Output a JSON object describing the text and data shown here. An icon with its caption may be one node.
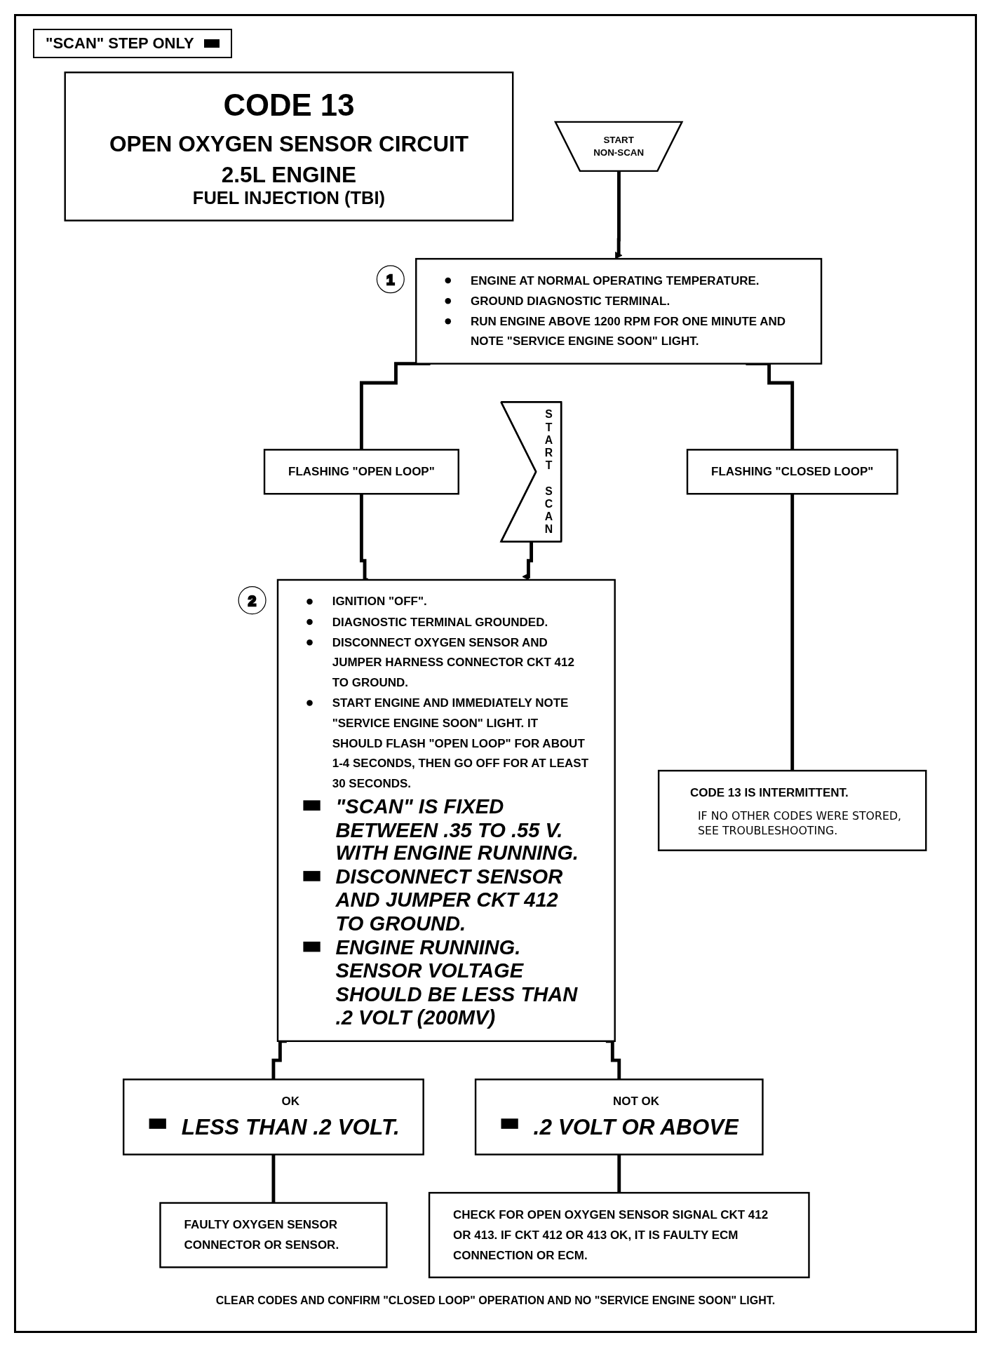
{
  "diagram": {
    "nodes": [
      {
        "text": [
          "CODE 13",
          "OPEN OXYGEN SENSOR CIRCUIT",
          "2.5L ENGINE",
          "FUEL INJECTION (TBI)"
        ]
      },
      {
        "text": [
          "START NON-SCAN"
        ]
      },
      {
        "text": [
          "ENGINE AT NORMAL OPERATING TEMPERATURE.",
          "GROUND DIAGNOSTIC TERMINAL.",
          "RUN ENGINE ABOVE 1200 RPM FOR ONE MINUTE AND NOTE \"SERVICE ENGINE SOON\" LIGHT."
        ],
        "beside": [
          "1"
        ]
      },
      {
        "text": [
          "FLASHING \"OPEN LOOP\""
        ]
      },
      {
        "text": [
          "FLASHING \"CLOSED LOOP\""
        ]
      },
      {
        "text": [
          "START SCAN"
        ]
      },
      {
        "text": [
          "IGNITION \"OFF\".",
          "DIAGNOSTIC TERMINAL GROUNDED.",
          "DISCONNECT OXYGEN SENSOR AND JUMPER HARNESS CONNECTOR CKT 412 TO GROUND.",
          "START ENGINE AND IMMEDIATELY NOTE \"SERVICE ENGINE SOON\" LIGHT. IT SHOULD FLASH \"OPEN LOOP\" FOR ABOUT 1-4 SECONDS, THEN GO OFF FOR AT LEAST 30 SECONDS.",
          "\"SCAN\" IS FIXED BETWEEN .35 TO .55 V. WITH ENGINE RUNNING.",
          "DISCONNECT SENSOR AND JUMPER CKT 412 TO GROUND.",
          "ENGINE RUNNING. SENSOR VOLTAGE SHOULD BE LESS THAN .2 VOLT (200MV)"
        ],
        "beside": [
          "2"
        ]
      },
      {
        "text": [
          "CODE 13 IS INTERMITTENT.",
          "IF NO OTHER CODES WERE STORED, SEE TROUBLESHOOTING."
        ]
      },
      {
        "text": [
          "OK",
          "LESS THAN .2 VOLT."
        ]
      },
      {
        "text": [
          "NOT OK",
          ".2 VOLT OR ABOVE"
        ]
      },
      {
        "text": [
          "FAULTY OXYGEN SENSOR CONNECTOR OR SENSOR."
        ]
      },
      {
        "text": [
          "CHECK FOR OPEN OXYGEN SENSOR SIGNAL CKT 412 OR 413. IF CKT 412 OR 413 OK, IT IS FAULTY ECM CONNECTION OR ECM."
        ]
      }
    ],
    "edges": [
      {
        "from": 1,
        "to": 2,
        "arrow": "to"
      },
      {
        "from": 2,
        "to": 3,
        "arrow": "none"
      },
      {
        "from": 2,
        "to": 4,
        "arrow": "none"
      },
      {
        "from": 3,
        "to": 6,
        "arrow": "none"
      },
      {
        "from": 4,
        "to": 7,
        "arrow": "none"
      },
      {
        "from": 5,
        "to": 6,
        "arrow": "to"
      },
      {
        "from": 6,
        "to": 8,
        "arrow": "none"
      },
      {
        "from": 6,
        "to": 9,
        "arrow": "none"
      },
      {
        "from": 8,
        "to": 10,
        "arrow": "none"
      },
      {
        "from": 9,
        "to": 11,
        "arrow": "none"
      }
    ],
    "labels": [
      "CLEAR CODES AND CONFIRM \"CLOSED LOOP\" OPERATION AND NO \"SERVICE ENGINE SOON\" LIGHT."
    ],
    "legend": [
      {
        "text": "\"SCAN\" STEP ONLY",
        "color": "#000000"
      }
    ]
  }
}
